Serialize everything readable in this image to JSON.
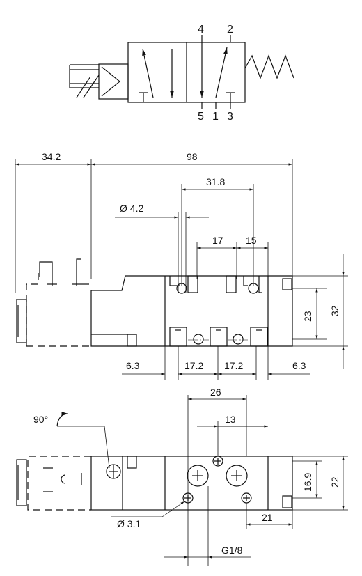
{
  "symbol": {
    "ports_top": [
      "4",
      "2"
    ],
    "ports_bottom": [
      "5",
      "1",
      "3"
    ]
  },
  "side_view": {
    "overall_length": "34.2",
    "body_length": "98",
    "port_spacing": "31.8",
    "mount_hole": "Ø 4.2",
    "spacing_a": "17",
    "spacing_b": "15",
    "left_offset": "6.3",
    "pitch_left": "17.2",
    "pitch_right": "17.2",
    "right_offset": "6.3",
    "port_height": "23",
    "body_height": "32"
  },
  "top_view": {
    "rotation": "90°",
    "port_width": "26",
    "offset": "13",
    "hole_dia": "Ø 3.1",
    "thread": "G1/8",
    "center_height": "16.9",
    "body_width": "22",
    "end_length": "21"
  },
  "colors": {
    "line": "#111111",
    "background": "#ffffff"
  }
}
